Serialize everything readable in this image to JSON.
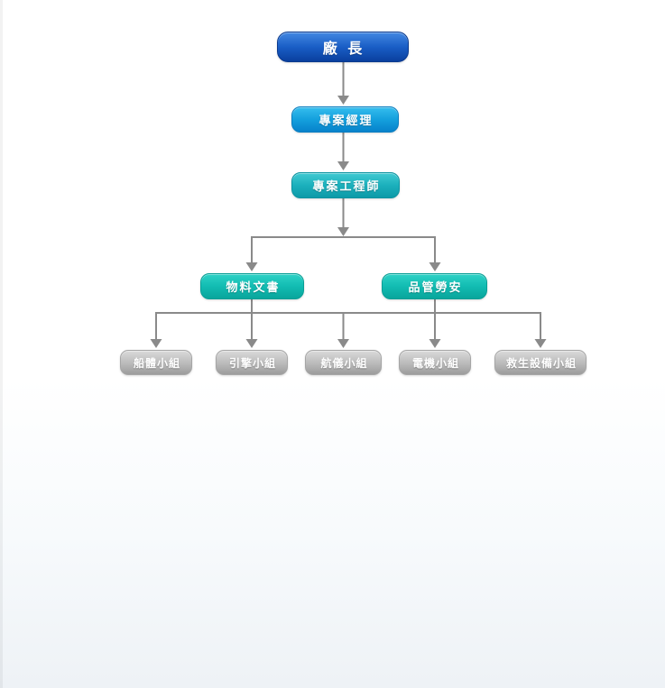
{
  "page": {
    "background_top_color": "#ffffff",
    "background_bottom_color": "#eef2f6"
  },
  "org_chart": {
    "connector_color": "#8a8a8a",
    "nodes": {
      "director": {
        "label": "廠  長",
        "color_top": "#4388e2",
        "color_bottom": "#0a3f9e"
      },
      "project_manager": {
        "label": "專案經理",
        "color_top": "#35bdee",
        "color_bottom": "#0782cb"
      },
      "project_engineer": {
        "label": "專案工程師",
        "color_top": "#41cad2",
        "color_bottom": "#0d9aa8"
      },
      "materials_clerk": {
        "label": "物料文書",
        "color_top": "#2ed2c6",
        "color_bottom": "#09a59c"
      },
      "qc_labor_safety": {
        "label": "品管勞安",
        "color_top": "#2ed2c6",
        "color_bottom": "#09a59c"
      },
      "hull_team": {
        "label": "船體小組",
        "color_top": "#dadada",
        "color_bottom": "#9c9c9c"
      },
      "engine_team": {
        "label": "引擎小組",
        "color_top": "#dadada",
        "color_bottom": "#9c9c9c"
      },
      "nav_instruments_team": {
        "label": "航儀小組",
        "color_top": "#dadada",
        "color_bottom": "#9c9c9c"
      },
      "electrical_team": {
        "label": "電機小組",
        "color_top": "#dadada",
        "color_bottom": "#9c9c9c"
      },
      "lifesaving_equipment_team": {
        "label": "救生設備小組",
        "color_top": "#dadada",
        "color_bottom": "#9c9c9c"
      }
    },
    "edges": [
      [
        "director",
        "project_manager"
      ],
      [
        "project_manager",
        "project_engineer"
      ],
      [
        "project_engineer",
        "materials_clerk"
      ],
      [
        "project_engineer",
        "qc_labor_safety"
      ],
      [
        "materials_clerk",
        "hull_team"
      ],
      [
        "materials_clerk",
        "engine_team"
      ],
      [
        "materials_clerk",
        "nav_instruments_team"
      ],
      [
        "qc_labor_safety",
        "electrical_team"
      ],
      [
        "qc_labor_safety",
        "lifesaving_equipment_team"
      ]
    ]
  }
}
